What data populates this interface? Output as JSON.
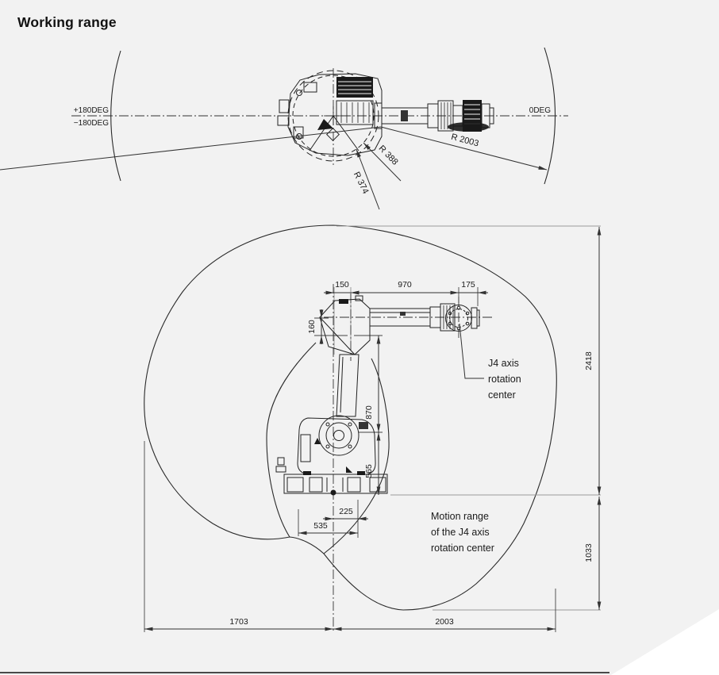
{
  "title": "Working range",
  "top_view": {
    "angle_left_pos": "+180DEG",
    "angle_left_neg": "−180DEG",
    "angle_right": "0DEG",
    "r_outer": "R 2003",
    "r_mid": "R 388",
    "r_inner": "R 374"
  },
  "side_view": {
    "dim_150": "150",
    "dim_970": "970",
    "dim_175": "175",
    "dim_160": "160",
    "dim_870": "870",
    "dim_565": "565",
    "dim_225": "225",
    "dim_535": "535",
    "dim_2418": "2418",
    "dim_1033": "1033",
    "dim_1703": "1703",
    "dim_2003": "2003",
    "label_j4": {
      "line1": "J4 axis",
      "line2": "rotation",
      "line3": "center"
    },
    "label_motion": {
      "line1": "Motion range",
      "line2": "of the J4 axis",
      "line3": "rotation center"
    }
  },
  "colors": {
    "background": "#f2f2f2",
    "line": "#1a1a1a",
    "dimension": "#333333",
    "extension": "#9a9a9a"
  }
}
